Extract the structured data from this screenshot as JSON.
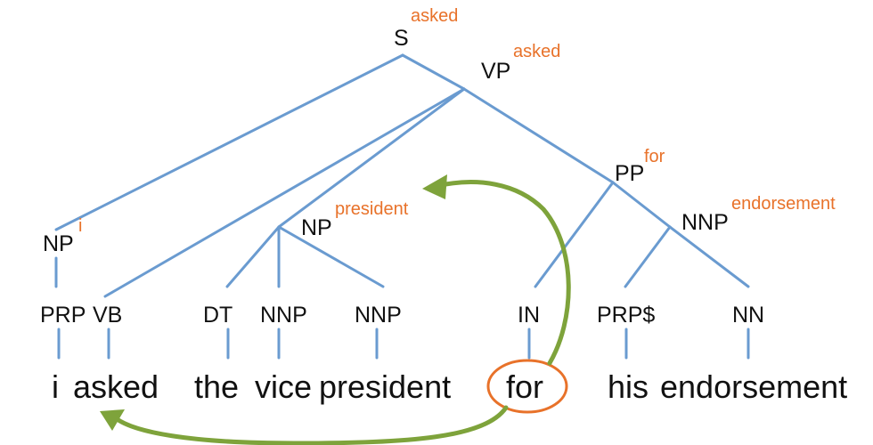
{
  "nodes": {
    "S": {
      "label": "S",
      "head": "asked"
    },
    "VP": {
      "label": "VP",
      "head": "asked"
    },
    "NP_i": {
      "label": "NP",
      "head": "i"
    },
    "NP_president": {
      "label": "NP",
      "head": "president"
    },
    "PP": {
      "label": "PP",
      "head": "for"
    },
    "NNP_endorsement": {
      "label": "NNP",
      "head": "endorsement"
    }
  },
  "pos": [
    "PRP",
    "VB",
    "DT",
    "NNP",
    "NNP",
    "IN",
    "PRP$",
    "NN"
  ],
  "words": [
    "i",
    "asked",
    "the",
    "vice",
    "president",
    "for",
    "his",
    "endorsement"
  ],
  "highlight_word": "for",
  "colors": {
    "edge": "#6a9bd0",
    "head": "#e8722a",
    "arrow": "#7ea33b",
    "text": "#111111"
  }
}
